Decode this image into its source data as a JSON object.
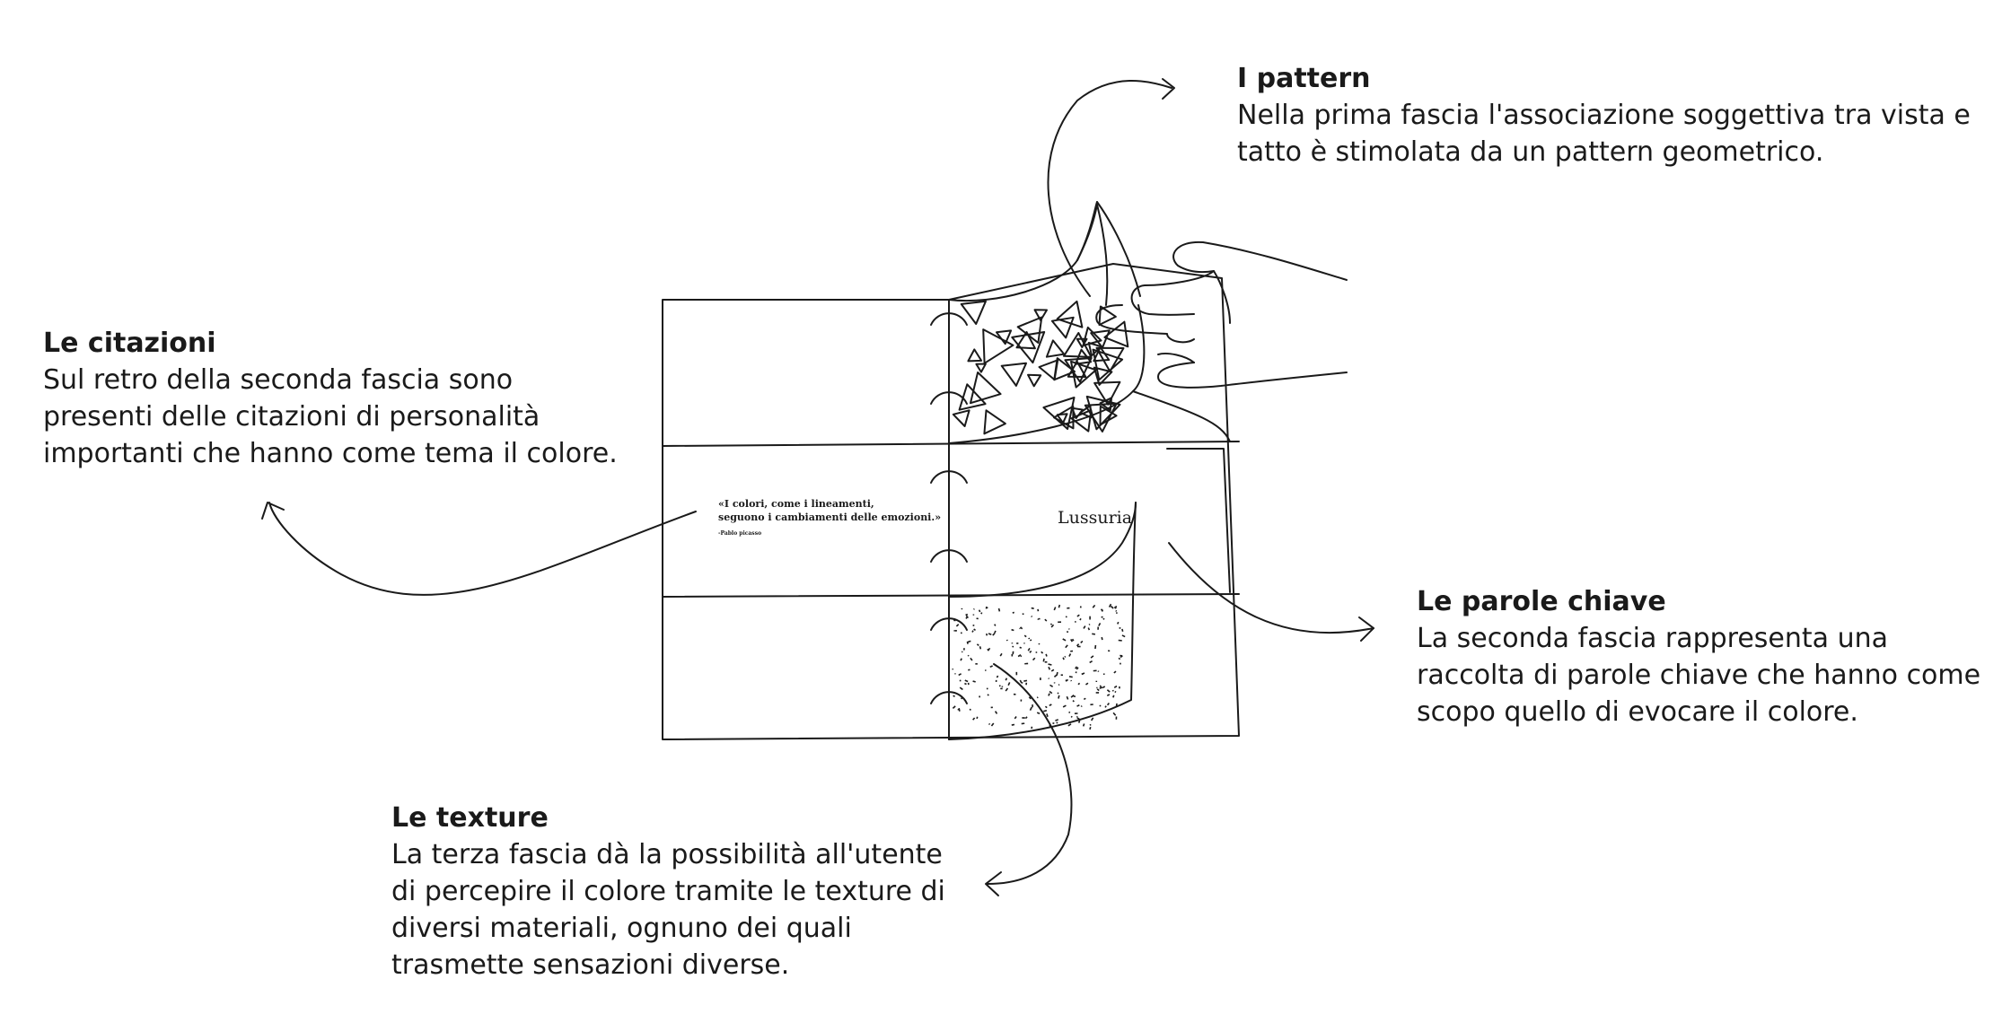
{
  "callouts": {
    "pattern": {
      "title": "I pattern",
      "lines": [
        "Nella prima fascia l'associazione soggettiva tra vista e",
        "tatto è stimolata da un pattern geometrico."
      ]
    },
    "citazioni": {
      "title": "Le citazioni",
      "lines": [
        "Sul retro della seconda fascia sono",
        "presenti delle citazioni di personalità",
        "importanti che hanno come tema il colore."
      ]
    },
    "parole": {
      "title": "Le parole chiave",
      "lines": [
        "La seconda fascia rappresenta una",
        "raccolta di parole chiave che hanno come",
        "scopo quello di evocare il colore."
      ]
    },
    "texture": {
      "title": "Le texture",
      "lines": [
        "La terza fascia dà la possibilità all'utente",
        "di percepire il colore tramite le texture di",
        "diversi materiali, ognuno dei quali",
        "trasmette sensazioni diverse."
      ]
    }
  },
  "book": {
    "quote_lines": [
      "«I colori, come i lineamenti,",
      "seguono i cambiamenti delle emozioni.»"
    ],
    "quote_author": "-Pablo picasso",
    "keyword": "Lussuria"
  }
}
